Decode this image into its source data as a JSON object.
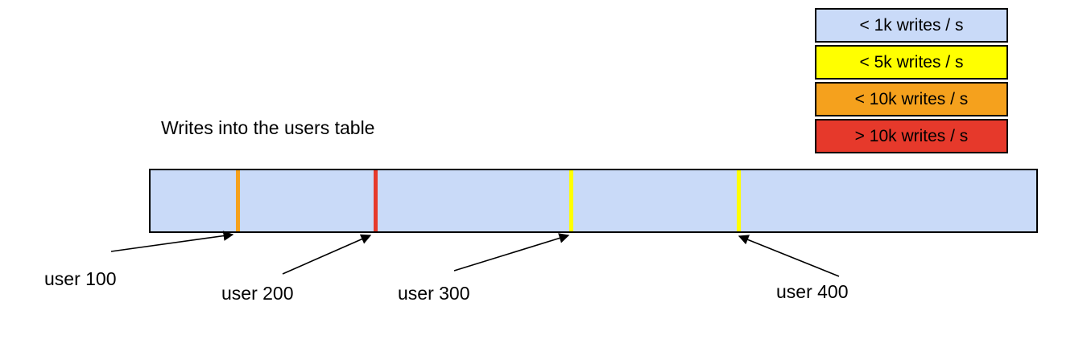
{
  "title": "Writes into the users table",
  "legend": {
    "items": [
      {
        "label": "< 1k writes / s",
        "color": "#c9daf8"
      },
      {
        "label": "< 5k writes / s",
        "color": "#ffff00"
      },
      {
        "label": "< 10k writes / s",
        "color": "#f5a11d"
      },
      {
        "label": "> 10k writes / s",
        "color": "#e6392b"
      }
    ]
  },
  "bar": {
    "fill": "#c9daf8",
    "markers": [
      {
        "user": "user 100",
        "color": "#f5a11d"
      },
      {
        "user": "user 200",
        "color": "#e6392b"
      },
      {
        "user": "user 300",
        "color": "#ffff00"
      },
      {
        "user": "user 400",
        "color": "#ffff00"
      }
    ]
  },
  "callouts": [
    {
      "label": "user 100"
    },
    {
      "label": "user 200"
    },
    {
      "label": "user 300"
    },
    {
      "label": "user 400"
    }
  ]
}
